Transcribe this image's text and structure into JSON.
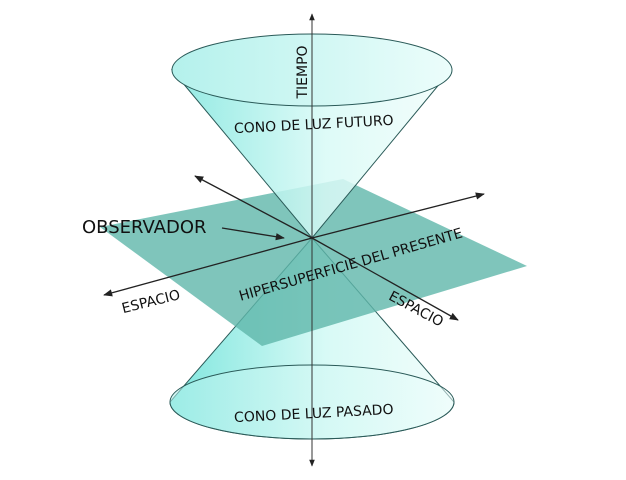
{
  "diagram": {
    "title": "Cono de luz",
    "labels": {
      "time_axis": "TIEMPO",
      "future_cone": "CONO DE LUZ FUTURO",
      "past_cone": "CONO DE LUZ PASADO",
      "observer": "OBSERVADOR",
      "hypersurface": "HIPERSUPERFICIE DEL PRESENTE",
      "space_left": "ESPACIO",
      "space_right": "ESPACIO"
    },
    "colors": {
      "cone_fill": "#a8f0ea",
      "cone_fill_light": "#e6fbf8",
      "plane_fill": "#5fb7aa",
      "line": "#222222",
      "background": "#ffffff"
    }
  }
}
